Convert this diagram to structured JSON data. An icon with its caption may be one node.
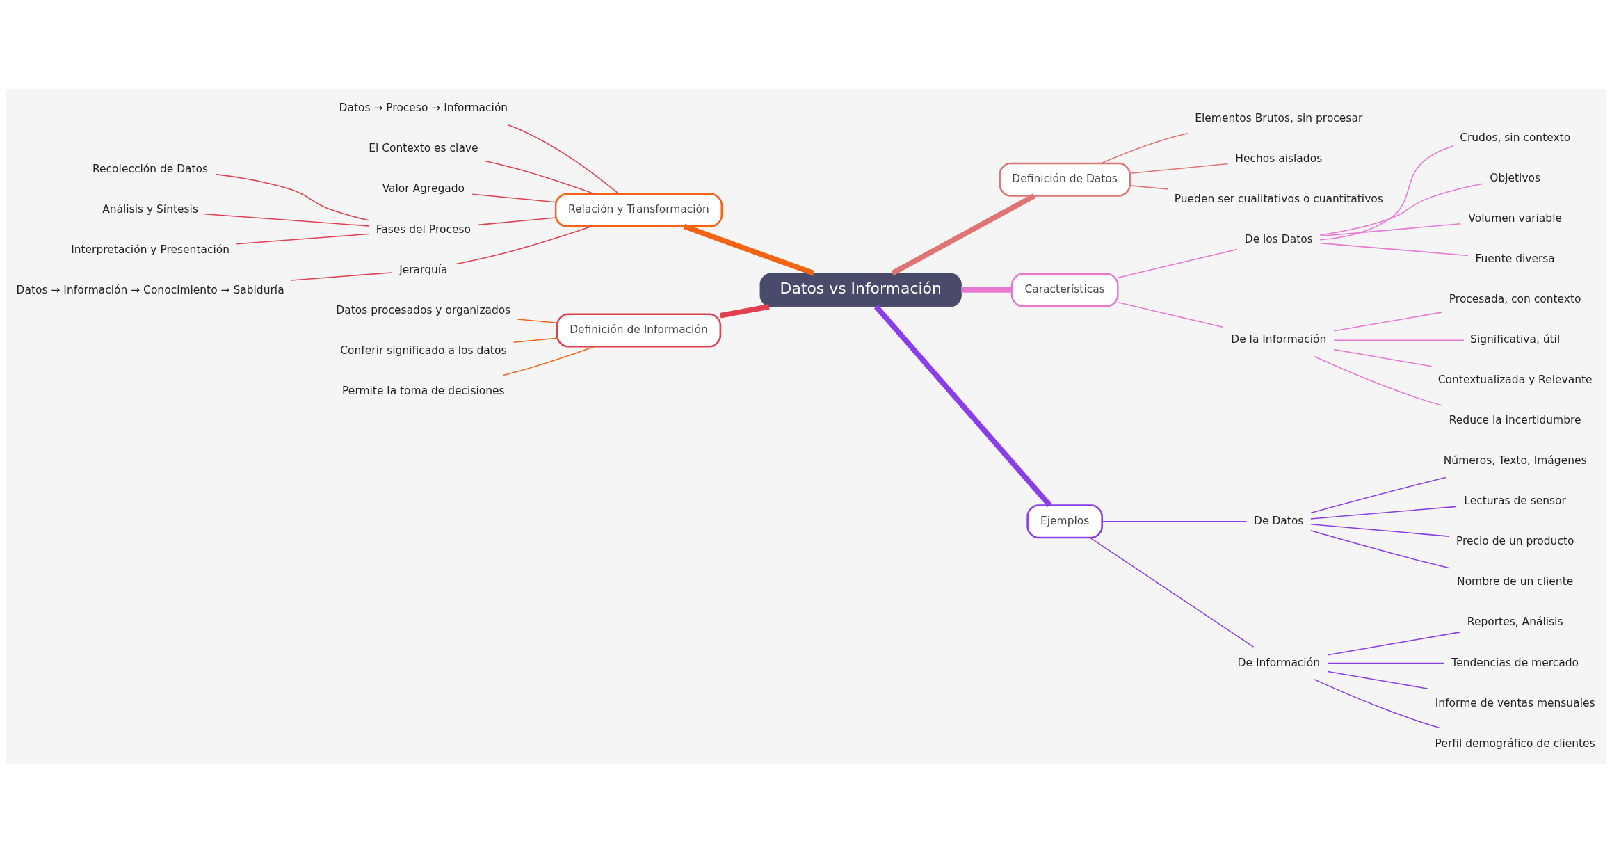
{
  "diagram": {
    "nodes": [
      {
        "text": [
          "Datos vs Información"
        ]
      },
      {
        "text": [
          "Definición de Datos"
        ]
      },
      {
        "text": [
          "Elementos Brutos, sin procesar"
        ]
      },
      {
        "text": [
          "Hechos aislados"
        ]
      },
      {
        "text": [
          "Pueden ser cualitativos o cuantitativos"
        ]
      },
      {
        "text": [
          "Características"
        ]
      },
      {
        "text": [
          "De los Datos"
        ]
      },
      {
        "text": [
          "Crudos, sin contexto"
        ]
      },
      {
        "text": [
          "Objetivos"
        ]
      },
      {
        "text": [
          "Volumen variable"
        ]
      },
      {
        "text": [
          "Fuente diversa"
        ]
      },
      {
        "text": [
          "De la Información"
        ]
      },
      {
        "text": [
          "Procesada, con contexto"
        ]
      },
      {
        "text": [
          "Significativa, útil"
        ]
      },
      {
        "text": [
          "Contextualizada y Relevante"
        ]
      },
      {
        "text": [
          "Reduce la incertidumbre"
        ]
      },
      {
        "text": [
          "Ejemplos"
        ]
      },
      {
        "text": [
          "De Datos"
        ]
      },
      {
        "text": [
          "Números, Texto, Imágenes"
        ]
      },
      {
        "text": [
          "Lecturas de sensor"
        ]
      },
      {
        "text": [
          "Precio de un producto"
        ]
      },
      {
        "text": [
          "Nombre de un cliente"
        ]
      },
      {
        "text": [
          "De Información"
        ]
      },
      {
        "text": [
          "Reportes, Análisis"
        ]
      },
      {
        "text": [
          "Tendencias de mercado"
        ]
      },
      {
        "text": [
          "Informe de ventas mensuales"
        ]
      },
      {
        "text": [
          "Perfil demográfico de clientes"
        ]
      },
      {
        "text": [
          "Relación y Transformación"
        ]
      },
      {
        "text": [
          "Datos → Proceso → Información"
        ]
      },
      {
        "text": [
          "El Contexto es clave"
        ]
      },
      {
        "text": [
          "Valor Agregado"
        ]
      },
      {
        "text": [
          "Fases del Proceso"
        ]
      },
      {
        "text": [
          "Recolección de Datos"
        ]
      },
      {
        "text": [
          "Análisis y Síntesis"
        ]
      },
      {
        "text": [
          "Interpretación y Presentación"
        ]
      },
      {
        "text": [
          "Jerarquía"
        ]
      },
      {
        "text": [
          "Datos → Información → Conocimiento → Sabiduría"
        ]
      },
      {
        "text": [
          "Definición de Información"
        ]
      },
      {
        "text": [
          "Datos procesados y organizados"
        ]
      },
      {
        "text": [
          "Conferir significado a los datos"
        ]
      },
      {
        "text": [
          "Permite la toma de decisiones"
        ]
      }
    ],
    "edges": [
      {
        "from": 0,
        "to": 1,
        "arrow": "none",
        "style": "thick",
        "color": "#e07474"
      },
      {
        "from": 1,
        "to": 2,
        "arrow": "none",
        "color": "#e07474"
      },
      {
        "from": 1,
        "to": 3,
        "arrow": "none",
        "color": "#e07474"
      },
      {
        "from": 1,
        "to": 4,
        "arrow": "none",
        "color": "#e07474"
      },
      {
        "from": 0,
        "to": 5,
        "arrow": "none",
        "style": "thick",
        "color": "#e878d0"
      },
      {
        "from": 5,
        "to": 6,
        "arrow": "none",
        "color": "#e878d0"
      },
      {
        "from": 6,
        "to": 7,
        "arrow": "none",
        "color": "#e878d0"
      },
      {
        "from": 6,
        "to": 8,
        "arrow": "none",
        "color": "#e878d0"
      },
      {
        "from": 6,
        "to": 9,
        "arrow": "none",
        "color": "#e878d0"
      },
      {
        "from": 6,
        "to": 10,
        "arrow": "none",
        "color": "#e878d0"
      },
      {
        "from": 5,
        "to": 11,
        "arrow": "none",
        "color": "#e878d0"
      },
      {
        "from": 11,
        "to": 12,
        "arrow": "none",
        "color": "#e878d0"
      },
      {
        "from": 11,
        "to": 13,
        "arrow": "none",
        "color": "#e878d0"
      },
      {
        "from": 11,
        "to": 14,
        "arrow": "none",
        "color": "#e878d0"
      },
      {
        "from": 11,
        "to": 15,
        "arrow": "none",
        "color": "#e878d0"
      },
      {
        "from": 0,
        "to": 16,
        "arrow": "none",
        "style": "thick",
        "color": "#8a3ee8"
      },
      {
        "from": 16,
        "to": 17,
        "arrow": "none",
        "color": "#8a3ee8"
      },
      {
        "from": 17,
        "to": 18,
        "arrow": "none",
        "color": "#8a3ee8"
      },
      {
        "from": 17,
        "to": 19,
        "arrow": "none",
        "color": "#8a3ee8"
      },
      {
        "from": 17,
        "to": 20,
        "arrow": "none",
        "color": "#8a3ee8"
      },
      {
        "from": 17,
        "to": 21,
        "arrow": "none",
        "color": "#8a3ee8"
      },
      {
        "from": 16,
        "to": 22,
        "arrow": "none",
        "color": "#8a3ee8"
      },
      {
        "from": 22,
        "to": 23,
        "arrow": "none",
        "color": "#8a3ee8"
      },
      {
        "from": 22,
        "to": 24,
        "arrow": "none",
        "color": "#8a3ee8"
      },
      {
        "from": 22,
        "to": 25,
        "arrow": "none",
        "color": "#8a3ee8"
      },
      {
        "from": 22,
        "to": 26,
        "arrow": "none",
        "color": "#8a3ee8"
      },
      {
        "from": 0,
        "to": 27,
        "arrow": "none",
        "style": "thick",
        "color": "#f56415"
      },
      {
        "from": 27,
        "to": 28,
        "arrow": "none",
        "color": "#e04050"
      },
      {
        "from": 27,
        "to": 29,
        "arrow": "none",
        "color": "#e04050"
      },
      {
        "from": 27,
        "to": 30,
        "arrow": "none",
        "color": "#e04050"
      },
      {
        "from": 27,
        "to": 31,
        "arrow": "none",
        "color": "#e04050"
      },
      {
        "from": 31,
        "to": 32,
        "arrow": "none",
        "color": "#e04050"
      },
      {
        "from": 31,
        "to": 33,
        "arrow": "none",
        "color": "#e04050"
      },
      {
        "from": 31,
        "to": 34,
        "arrow": "none",
        "color": "#e04050"
      },
      {
        "from": 27,
        "to": 35,
        "arrow": "none",
        "color": "#e04050"
      },
      {
        "from": 35,
        "to": 36,
        "arrow": "none",
        "color": "#e04050"
      },
      {
        "from": 0,
        "to": 37,
        "arrow": "none",
        "style": "thick",
        "color": "#e04050"
      },
      {
        "from": 37,
        "to": 38,
        "arrow": "none",
        "color": "#f56415"
      },
      {
        "from": 37,
        "to": 39,
        "arrow": "none",
        "color": "#f56415"
      },
      {
        "from": 37,
        "to": 40,
        "arrow": "none",
        "color": "#f56415"
      }
    ]
  }
}
